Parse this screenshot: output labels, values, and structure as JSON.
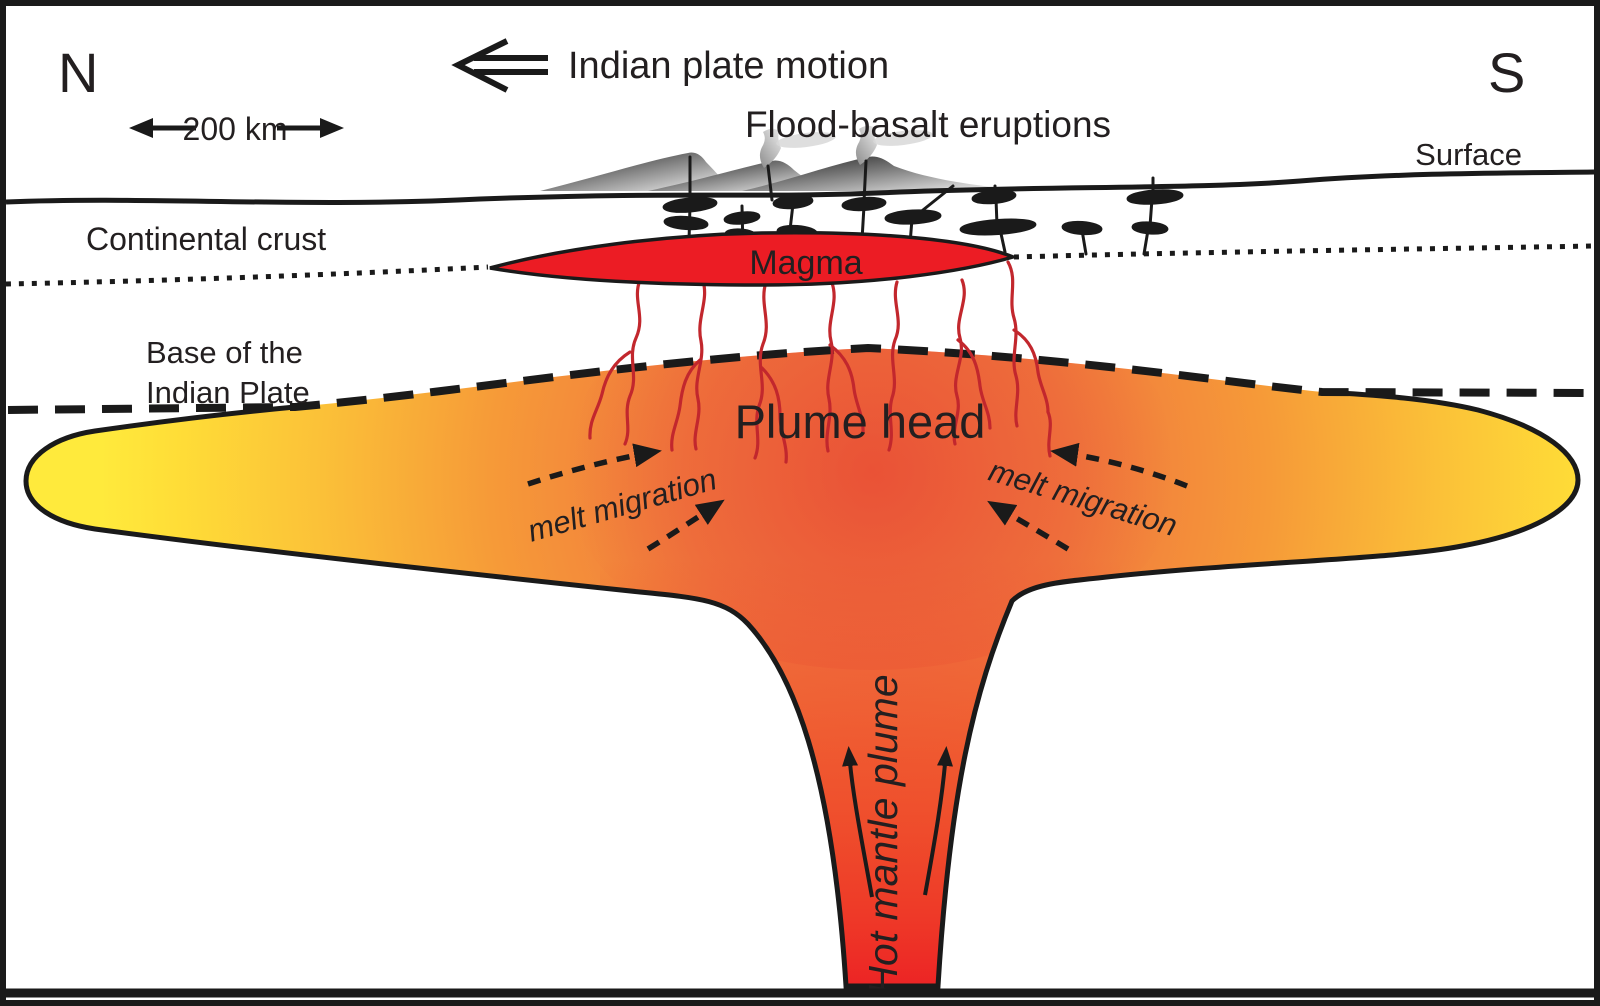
{
  "frame": {
    "compass_north": "N",
    "compass_south": "S"
  },
  "annotations": {
    "plate_motion": "Indian plate motion",
    "scale_bar": "200 km",
    "eruptions_title": "Flood-basalt eruptions",
    "surface": "Surface",
    "continental_crust": "Continental crust",
    "plate_base_line1": "Base of the",
    "plate_base_line2": "Indian Plate",
    "magma": "Magma",
    "plume_head": "Plume head",
    "melt_migration_left": "melt migration",
    "melt_migration_right": "melt migration",
    "hot_mantle_plume": "Hot mantle plume"
  },
  "colors": {
    "outline_black": "#1a1a1a",
    "text_black": "#231f20",
    "plume_yellow": "#ffe93c",
    "plume_orange": "#f69a38",
    "plume_deep_orange": "#ee6a40",
    "plume_stem_red": "#ec1f24",
    "magma_red": "#ec1c24",
    "magma_label_maroon": "#4a1212",
    "vein_red": "#c2272d",
    "volcano_dark": "#2a2a2a",
    "volcano_light": "#e4e4e4"
  }
}
